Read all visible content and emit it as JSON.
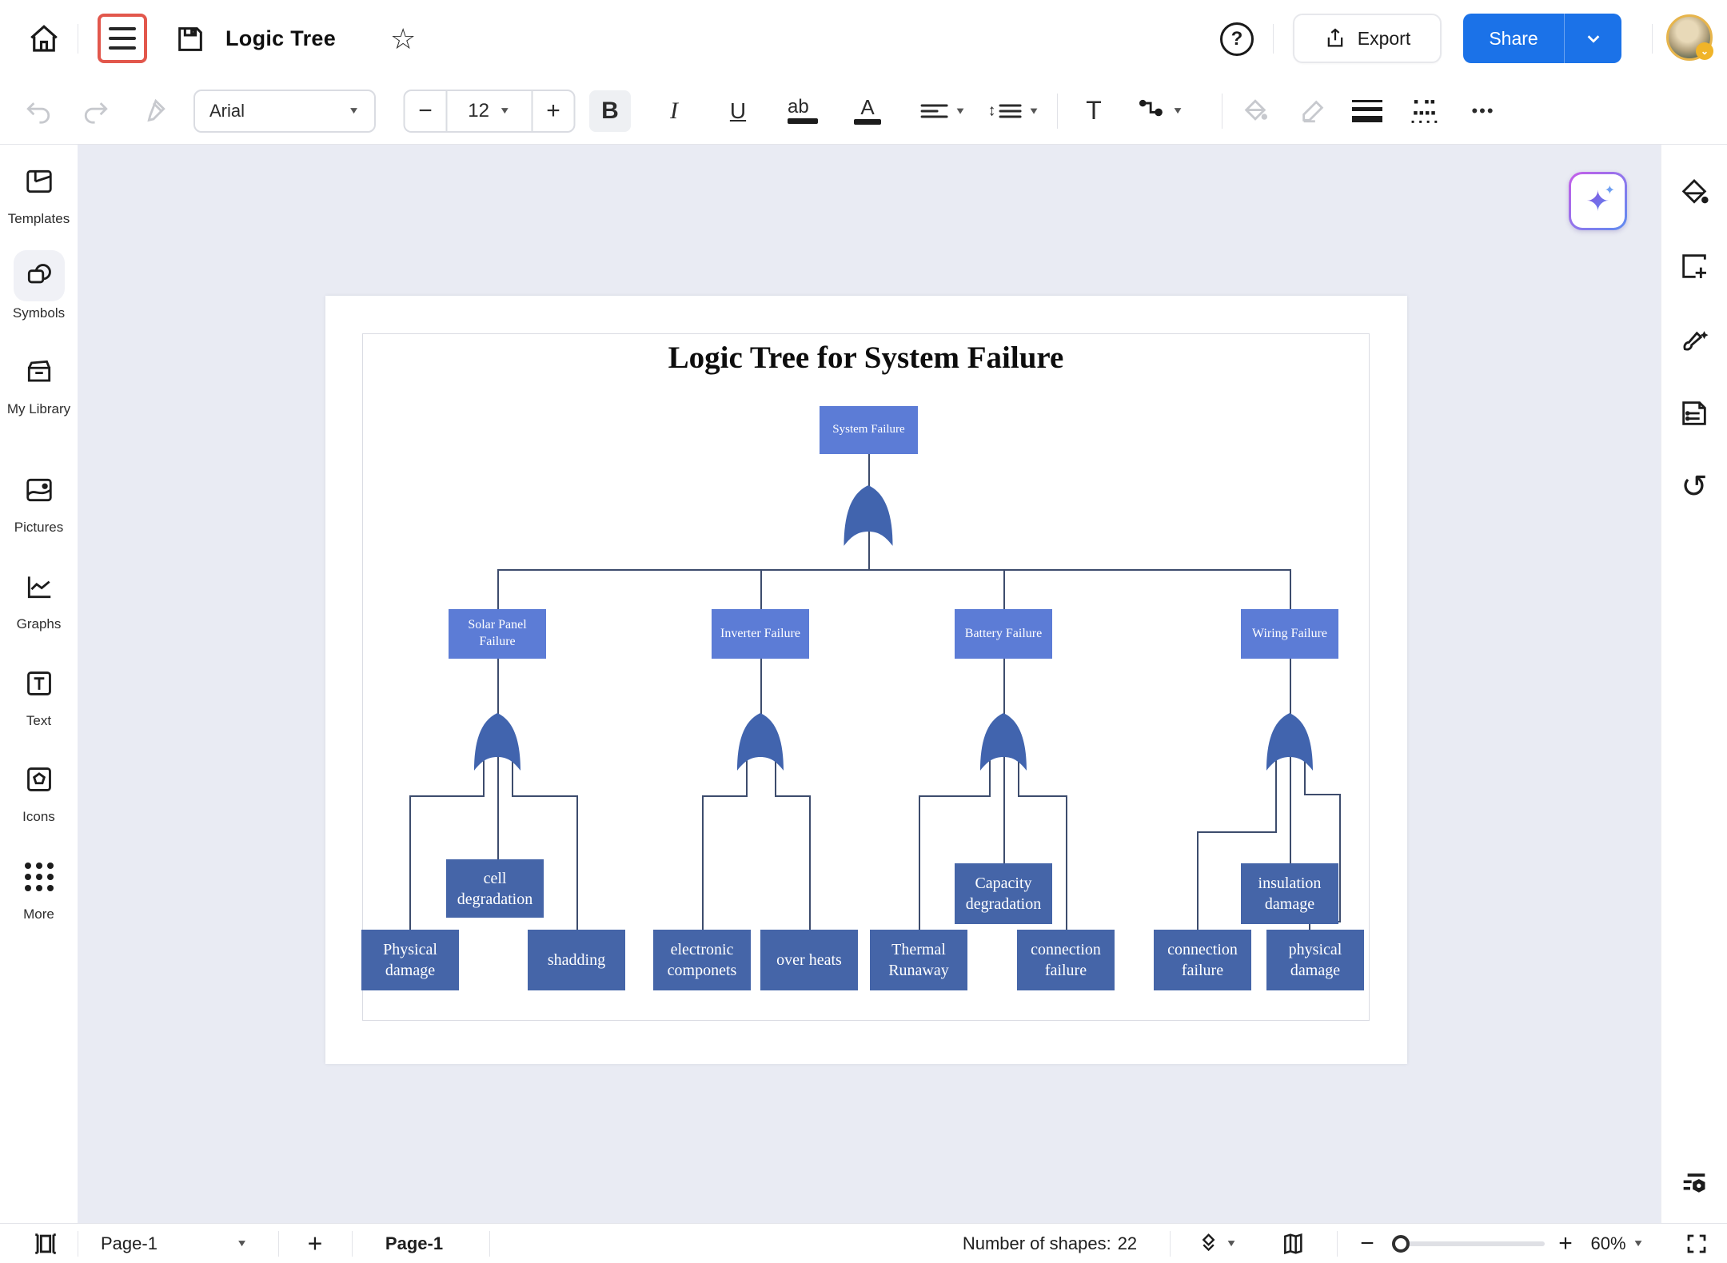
{
  "header": {
    "title": "Logic Tree",
    "export_label": "Export",
    "share_label": "Share",
    "help_glyph": "?"
  },
  "toolbar": {
    "font": "Arial",
    "font_size": "12",
    "bold": "B",
    "italic": "I",
    "underline": "U",
    "highlight": "ab",
    "font_color": "A",
    "text_tool": "T",
    "more_glyph": "•••"
  },
  "sidebar": {
    "items": [
      {
        "label": "Templates"
      },
      {
        "label": "Symbols"
      },
      {
        "label": "My Library"
      },
      {
        "label": "Pictures"
      },
      {
        "label": "Graphs"
      },
      {
        "label": "Text"
      },
      {
        "label": "Icons"
      },
      {
        "label": "More"
      }
    ]
  },
  "diagram": {
    "title": "Logic Tree for System Failure",
    "nodes": [
      {
        "label": "System Failure",
        "parent": null
      },
      {
        "label": "Solar Panel Failure",
        "parent": "System Failure"
      },
      {
        "label": "Inverter Failure",
        "parent": "System Failure"
      },
      {
        "label": "Battery Failure",
        "parent": "System Failure"
      },
      {
        "label": "Wiring Failure",
        "parent": "System Failure"
      },
      {
        "label": "cell degradation",
        "parent": "Solar Panel Failure"
      },
      {
        "label": "Capacity degradation",
        "parent": "Battery Failure"
      },
      {
        "label": "insulation damage",
        "parent": "Wiring Failure"
      },
      {
        "label": "Physical damage",
        "parent": "Solar Panel Failure"
      },
      {
        "label": "shadding",
        "parent": "Solar Panel Failure"
      },
      {
        "label": "electronic componets",
        "parent": "Inverter Failure"
      },
      {
        "label": "over heats",
        "parent": "Inverter Failure"
      },
      {
        "label": "Thermal Runaway",
        "parent": "Battery Failure"
      },
      {
        "label": "connection failure",
        "parent": "Battery Failure"
      },
      {
        "label": "connection failure",
        "parent": "Wiring Failure"
      },
      {
        "label": "physical damage",
        "parent": "Wiring Failure"
      }
    ],
    "gate_type": "OR"
  },
  "footer": {
    "page_name": "Page-1",
    "active_tab": "Page-1",
    "shapes_label": "Number of shapes:",
    "shapes_count": "22",
    "zoom_level": "60%"
  },
  "colors": {
    "accent": "#1b72e8",
    "node_bright": "#5c7cd6",
    "node_dark": "#4565a8",
    "gate": "#4164ae",
    "connector": "#3d4c6d",
    "menu_highlight": "#e2574c"
  }
}
